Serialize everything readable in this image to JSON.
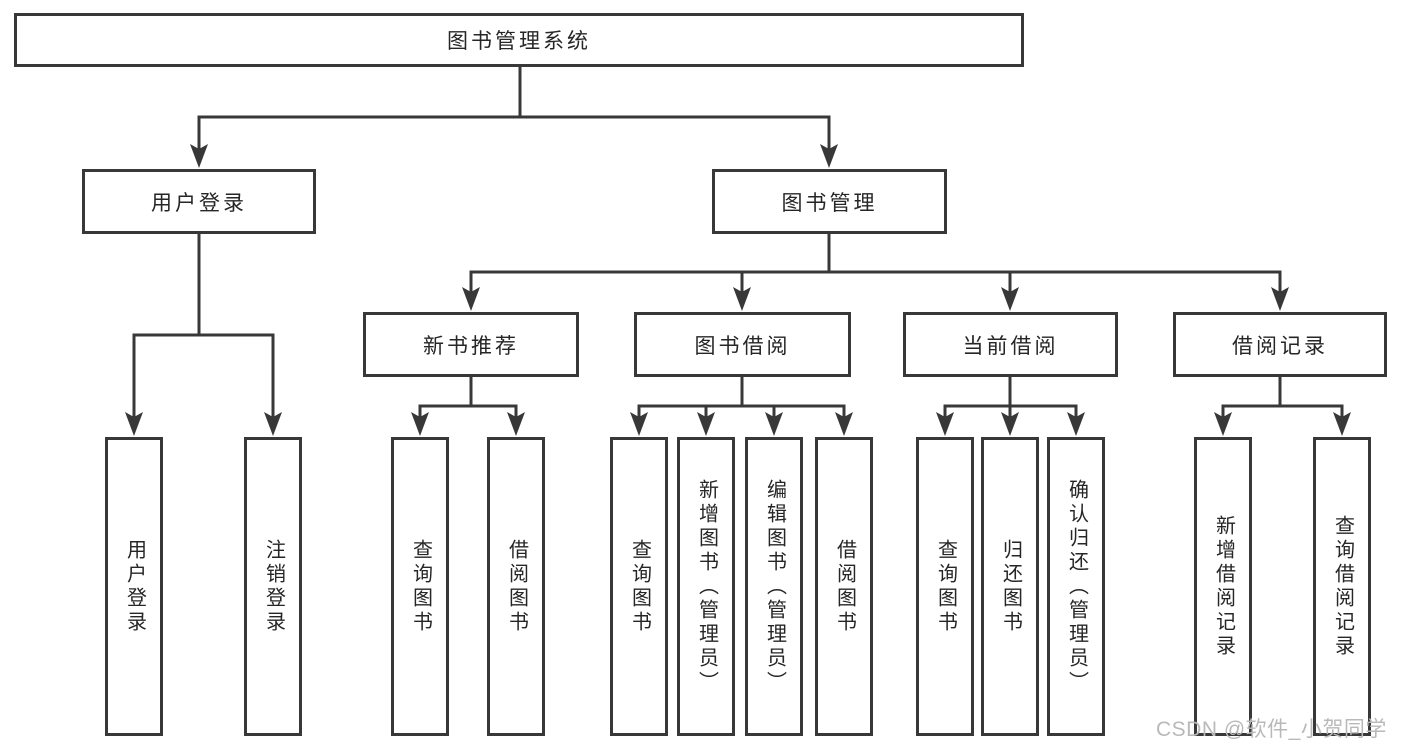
{
  "diagram": {
    "root": {
      "label": "图书管理系统"
    },
    "children": [
      {
        "label": "用户登录",
        "children": [
          {
            "label": "用户登录"
          },
          {
            "label": "注销登录"
          }
        ]
      },
      {
        "label": "图书管理",
        "children": [
          {
            "label": "新书推荐",
            "children": [
              {
                "label": "查询图书"
              },
              {
                "label": "借阅图书"
              }
            ]
          },
          {
            "label": "图书借阅",
            "children": [
              {
                "label": "查询图书"
              },
              {
                "label": "新增图书（管理员）"
              },
              {
                "label": "编辑图书（管理员）"
              },
              {
                "label": "借阅图书"
              }
            ]
          },
          {
            "label": "当前借阅",
            "children": [
              {
                "label": "查询图书"
              },
              {
                "label": "归还图书"
              },
              {
                "label": "确认归还（管理员）"
              }
            ]
          },
          {
            "label": "借阅记录",
            "children": [
              {
                "label": "新增借阅记录"
              },
              {
                "label": "查询借阅记录"
              }
            ]
          }
        ]
      }
    ]
  },
  "watermark": "CSDN @软件_小贺同学",
  "colors": {
    "line": "#383838",
    "text": "#262626",
    "watermark": "#b9b9b9",
    "background": "#ffffff"
  }
}
